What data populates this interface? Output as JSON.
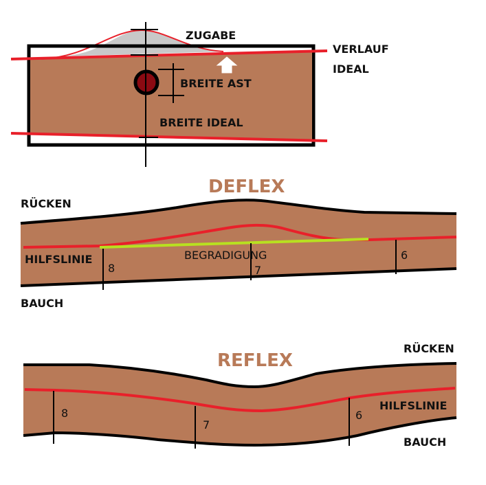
{
  "colors": {
    "wood": "#b87a58",
    "outline": "#000000",
    "line_red": "#e8202a",
    "line_green": "#b8e020",
    "allowance_gray": "#c8c8c8",
    "knot": "#8b0a12",
    "title_brown": "#b87a58",
    "text": "#111111",
    "arrow": "#ffffff"
  },
  "panel_top": {
    "labels": {
      "zugabe": "ZUGABE",
      "verlauf_line1": "VERLAUF",
      "verlauf_line2": "IDEAL",
      "breite_ast": "BREITE AST",
      "breite_ideal": "BREITE IDEAL"
    },
    "icons": {
      "knot": "knot-circle",
      "arrow": "up-arrow-outline"
    }
  },
  "panel_deflex": {
    "title": "DEFLEX",
    "labels": {
      "back": "RÜCKEN",
      "belly": "BAUCH",
      "guide_line": "HILFSLINIE",
      "straightening": "BEGRADIGUNG"
    },
    "markers": [
      "8",
      "7",
      "6"
    ]
  },
  "panel_reflex": {
    "title": "REFLEX",
    "labels": {
      "back": "RÜCKEN",
      "belly": "BAUCH",
      "guide_line": "HILFSLINIE"
    },
    "markers": [
      "8",
      "7",
      "6"
    ]
  }
}
